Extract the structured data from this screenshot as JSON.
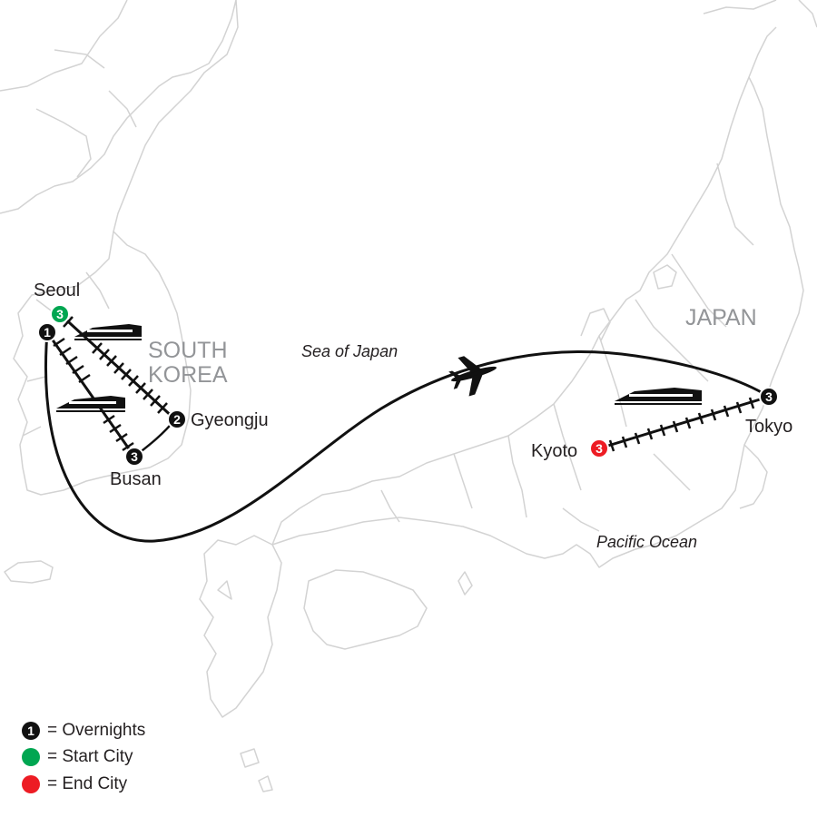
{
  "colors": {
    "land_outline": "#d3d3d3",
    "route": "#111111",
    "start": "#00a651",
    "end": "#ed1c24",
    "overnight": "#111111",
    "country_label": "#939598"
  },
  "countries": {
    "south_korea_line1": "SOUTH",
    "south_korea_line2": "KOREA",
    "japan": "JAPAN"
  },
  "water": {
    "sea_of_japan": "Sea of Japan",
    "pacific": "Pacific Ocean"
  },
  "cities": {
    "seoul": {
      "name": "Seoul",
      "nights": "3",
      "role": "start"
    },
    "seoul_overnight": {
      "nights": "1"
    },
    "gyeongju": {
      "name": "Gyeongju",
      "nights": "2"
    },
    "busan": {
      "name": "Busan",
      "nights": "3"
    },
    "tokyo": {
      "name": "Tokyo",
      "nights": "3"
    },
    "kyoto": {
      "name": "Kyoto",
      "nights": "3",
      "role": "end"
    }
  },
  "icons": {
    "train": "train-icon",
    "plane": "plane-icon"
  },
  "legend": {
    "overnight_symbol": "1",
    "overnights": "= Overnights",
    "start": "= Start City",
    "end": "= End City"
  }
}
